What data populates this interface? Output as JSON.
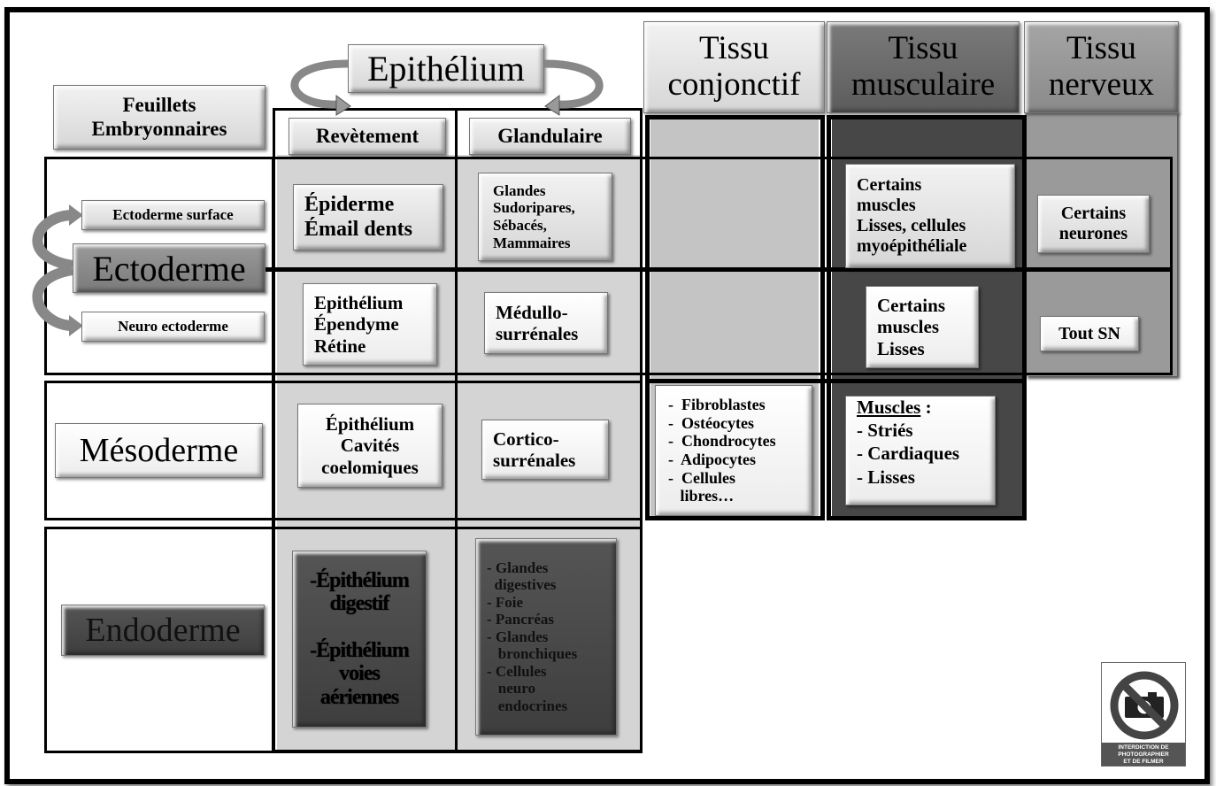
{
  "header": {
    "feuillets_label": "Feuillets\nEmbryonnaires",
    "epithelium_label": "Epithélium",
    "revetement_label": "Revètement",
    "glandulaire_label": "Glandulaire",
    "tissu_conjonctif_label": "Tissu\nconjonctif",
    "tissu_musculaire_label": "Tissu\nmusculaire",
    "tissu_nerveux_label": "Tissu\nnerveux"
  },
  "rows": {
    "ectoderme": {
      "label": "Ectoderme",
      "sub1": "Ectoderme surface",
      "sub2": "Neuro ectoderme",
      "surface": {
        "revetement": "Épiderme\nÉmail dents",
        "glandulaire": "Glandes\nSudoripares,\nSébacés,\nMammaires",
        "musculaire": "Certains\nmuscles\nLisses, cellules\nmyoépithéliale",
        "nerveux": "Certains\nneurones"
      },
      "neuro": {
        "revetement": "Epithélium\nÉpendyme\nRétine",
        "glandulaire": "Médullo-\nsurrénales",
        "musculaire": "Certains\nmuscles\nLisses",
        "nerveux": "Tout SN"
      }
    },
    "mesoderme": {
      "label": "Mésoderme",
      "revetement": "Épithélium\nCavités\ncoelomiques",
      "glandulaire": "Cortico-\nsurrénales",
      "conjonctif": "-  Fibroblastes\n-  Ostéocytes\n-  Chondrocytes\n-  Adipocytes\n-  Cellules\n   libres…",
      "musculaire_title": "Muscles",
      "musculaire_sep": " :",
      "musculaire_items": "- Striés\n- Cardiaques\n- Lisses"
    },
    "endoderme": {
      "label": "Endoderme",
      "revetement": "-Épithélium\n digestif\n\n-Épithélium\nvoies\naériennes",
      "glandulaire": "- Glandes\n  digestives\n- Foie\n- Pancréas\n- Glandes\n   bronchiques\n- Cellules\n   neuro\n   endocrines"
    }
  },
  "sign": {
    "icon": "no-camera-icon",
    "text": "INTERDICTION DE\nPHOTOGRAPHIER\nET DE FILMER"
  }
}
